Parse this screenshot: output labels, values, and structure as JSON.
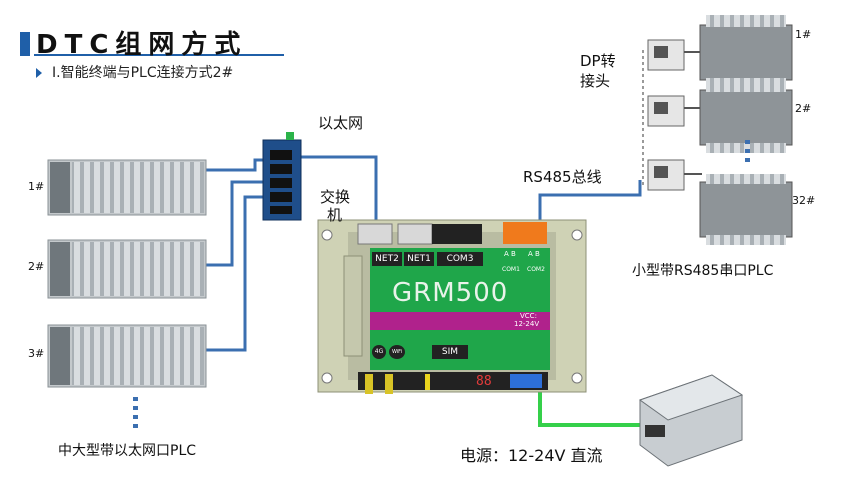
{
  "header": {
    "title": "DTC组网方式",
    "subtitle": "I.智能终端与PLC连接方式2#"
  },
  "labels": {
    "ethernet": "以太网",
    "switch_line1": "交换",
    "switch_line2": "机",
    "rs485_bus": "RS485总线",
    "dp_line1": "DP转",
    "dp_line2": "接头",
    "small_plc": "小型带RS485串口PLC",
    "large_plc": "中大型带以太网口PLC",
    "power": "电源：12-24V 直流"
  },
  "plc_large": [
    "1#",
    "2#",
    "3#"
  ],
  "plc_small": [
    "1#",
    "2#",
    "32#"
  ],
  "device": {
    "net2": "NET2",
    "net1": "NET1",
    "com3": "COM3",
    "model": "GRM500",
    "vcc_line1": "VCC:",
    "vcc_line2": "12-24V",
    "com1": "COM1",
    "com2": "COM2",
    "ab": "A B",
    "sim": "SIM",
    "badge_4g": "4G",
    "badge_wifi": "WiFi",
    "display": "88"
  },
  "colors": {
    "accent": "#1f5fa8",
    "cable": "#3b6fb0",
    "power_cable": "#35d04a",
    "device_green": "#1fa64a",
    "device_purple": "#b0228c",
    "rs485_orange": "#f07a1c"
  }
}
